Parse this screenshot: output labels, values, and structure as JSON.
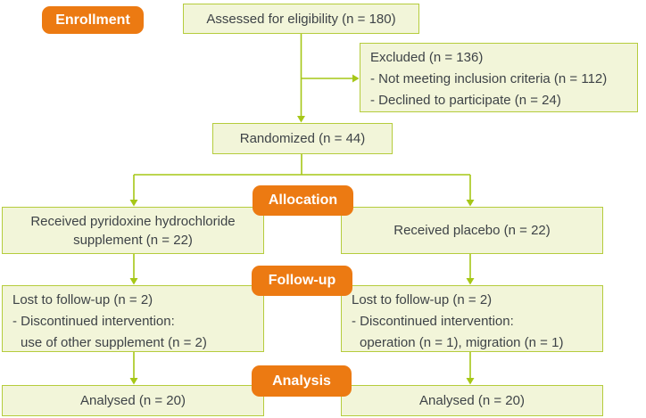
{
  "palette": {
    "badge_orange": "#ec7a12",
    "badge_text": "#ffffff",
    "box_fill": "#f2f5d9",
    "box_border": "#b5cc3c",
    "arrow_green": "#a6c717",
    "text_dark": "#3e4347"
  },
  "badges": {
    "enrollment": "Enrollment",
    "allocation": "Allocation",
    "followup": "Follow-up",
    "analysis": "Analysis"
  },
  "boxes": {
    "assessed": {
      "lines": [
        "Assessed for eligibility (n = 180)"
      ]
    },
    "excluded": {
      "lines": [
        "Excluded (n = 136)",
        "- Not meeting inclusion criteria (n = 112)",
        "- Declined to participate (n = 24)"
      ]
    },
    "randomized": {
      "lines": [
        "Randomized (n = 44)"
      ]
    },
    "alloc_left": {
      "lines": [
        "Received pyridoxine hydrochloride",
        "supplement (n = 22)"
      ]
    },
    "alloc_right": {
      "lines": [
        "Received placebo (n = 22)"
      ]
    },
    "followup_left": {
      "lines": [
        "Lost to follow-up (n = 2)",
        "- Discontinued intervention:",
        "use of other supplement (n = 2)"
      ]
    },
    "followup_right": {
      "lines": [
        "Lost to follow-up (n = 2)",
        "- Discontinued intervention:",
        "operation (n = 1), migration (n = 1)"
      ]
    },
    "analysed_left": {
      "lines": [
        "Analysed (n = 20)"
      ]
    },
    "analysed_right": {
      "lines": [
        "Analysed (n = 20)"
      ]
    }
  }
}
